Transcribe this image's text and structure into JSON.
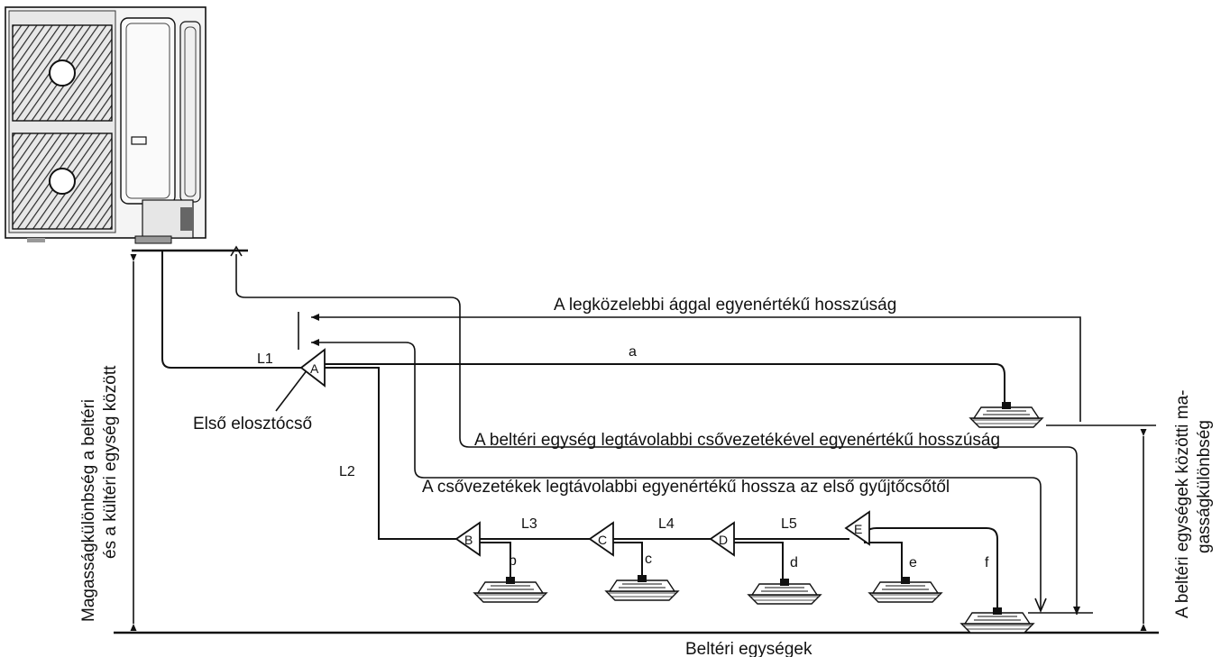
{
  "labels": {
    "nearest_branch": "A legközelebbi ággal egyenértékű hosszúság",
    "farthest_indoor": "A beltéri egység legtávolabbi csővezetékével egyenértékű hosszúság",
    "farthest_from_first": "A csővezetékek legtávolabbi egyenértékű hossza az első gyűjtőcsőtől",
    "first_branch": "Első elosztócső",
    "indoor_units": "Beltéri egységek",
    "height_io_line1": "Magasságkülönbség a beltéri",
    "height_io_line2": "és a kültéri egység között",
    "height_indoor_line1": "A beltéri egységek közötti ma-",
    "height_indoor_line2": "gasságkülönbség"
  },
  "segments": {
    "l1": "L1",
    "l2": "L2",
    "l3": "L3",
    "l4": "L4",
    "l5": "L5"
  },
  "branches": {
    "a": "A",
    "b": "B",
    "c": "C",
    "d": "D",
    "e": "E"
  },
  "units": {
    "a": "a",
    "b": "b",
    "c": "c",
    "d": "d",
    "e": "e",
    "f": "f"
  }
}
